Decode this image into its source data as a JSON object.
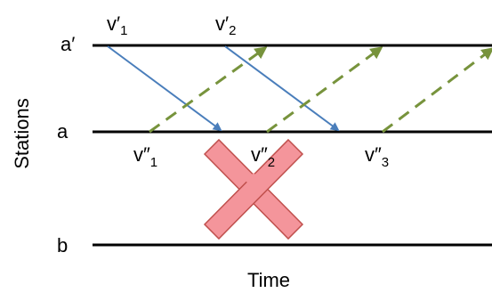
{
  "axes": {
    "y_title": "Stations",
    "x_title": "Time"
  },
  "stations": [
    {
      "id": "station-a-prime",
      "label": "a′"
    },
    {
      "id": "station-a",
      "label": "a"
    },
    {
      "id": "station-b",
      "label": "b"
    }
  ],
  "top_labels": [
    {
      "main": "v′",
      "sub": "1"
    },
    {
      "main": "v′",
      "sub": "2"
    }
  ],
  "bottom_labels": [
    {
      "main": "v″",
      "sub": "1"
    },
    {
      "main": "v″",
      "sub": "2"
    },
    {
      "main": "v″",
      "sub": "3"
    }
  ],
  "colors": {
    "station_line": "#000000",
    "down_arrow": "#4a7ebb",
    "up_arrow": "#77933c",
    "cross_fill": "#f4959b",
    "cross_stroke": "#c0504d"
  },
  "marks": {
    "down_arrow_count": 2,
    "up_arrow_count": 3,
    "cross_icon": "x-cross-blocked"
  }
}
